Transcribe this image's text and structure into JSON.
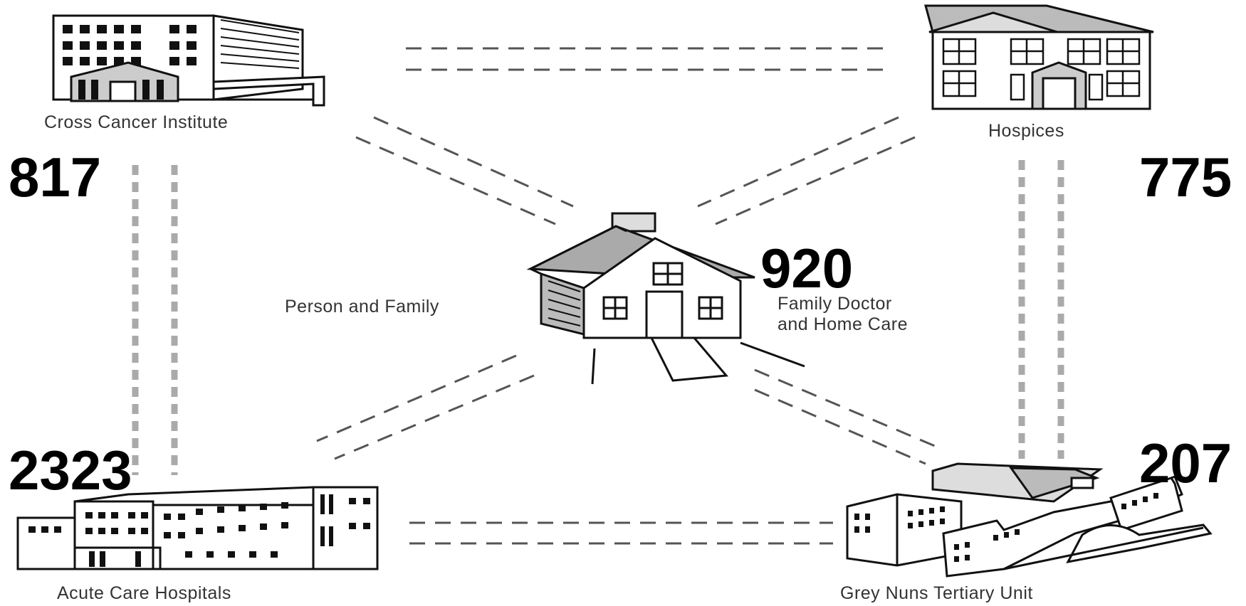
{
  "nodes": {
    "cross_cancer": {
      "label": "Cross Cancer Institute",
      "count": "817"
    },
    "hospices": {
      "label": "Hospices",
      "count": "775"
    },
    "home": {
      "label": "Person and Family",
      "doctor_line1": "Family Doctor",
      "doctor_line2": "and Home Care",
      "count": "920"
    },
    "acute_care": {
      "label": "Acute Care Hospitals",
      "count": "2323"
    },
    "grey_nuns": {
      "label": "Grey Nuns Tertiary Unit",
      "count": "207"
    }
  },
  "colors": {
    "ink": "#111111",
    "dash": "#555555",
    "caption": "#333333"
  },
  "icons": [
    "cancer-institute-building-icon",
    "hospice-house-icon",
    "family-home-icon",
    "acute-care-hospital-icon",
    "tertiary-unit-building-icon"
  ]
}
